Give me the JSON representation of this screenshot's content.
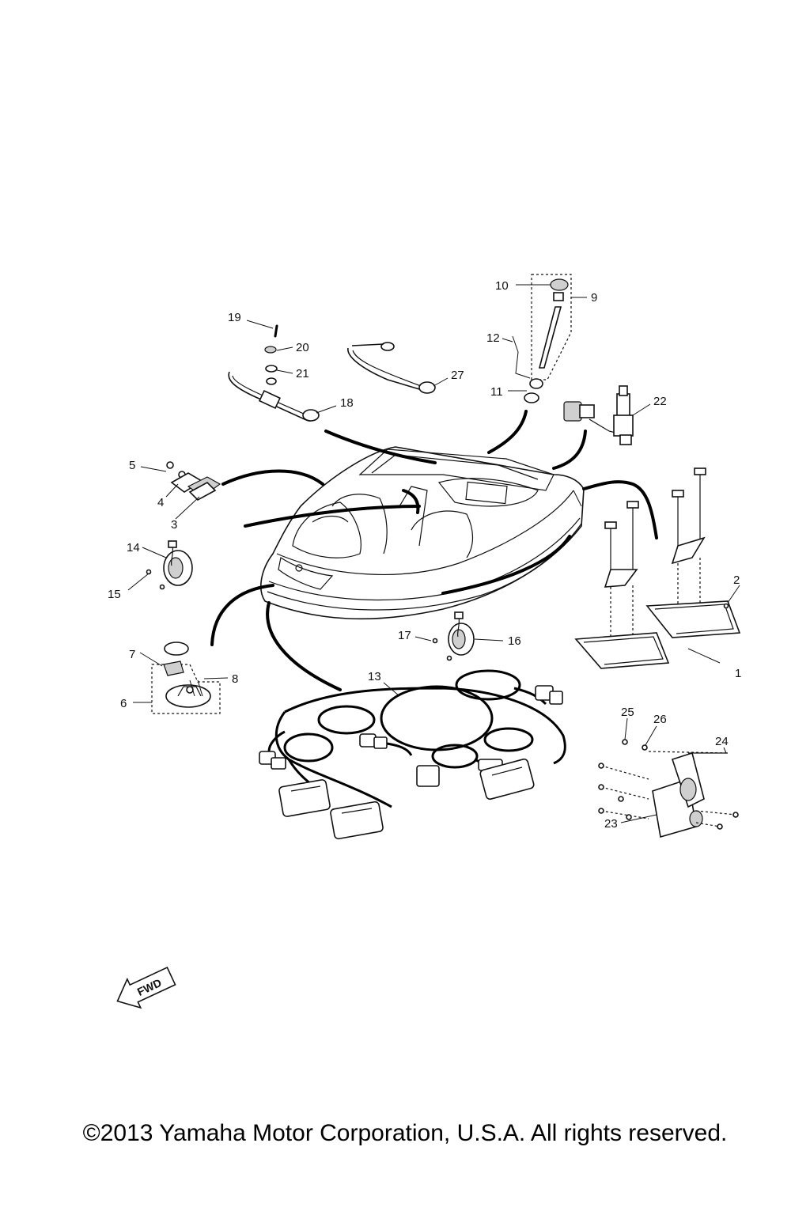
{
  "callouts": [
    "1",
    "2",
    "3",
    "4",
    "5",
    "6",
    "7",
    "8",
    "9",
    "10",
    "11",
    "12",
    "13",
    "14",
    "15",
    "16",
    "17",
    "18",
    "19",
    "20",
    "21",
    "22",
    "23",
    "24",
    "25",
    "26",
    "27"
  ],
  "fwd_label": "FWD",
  "copyright": "©2013 Yamaha Motor Corporation, U.S.A. All rights reserved.",
  "icons": [
    "boat-hull",
    "wire-harness",
    "fwd-arrow-icon"
  ]
}
